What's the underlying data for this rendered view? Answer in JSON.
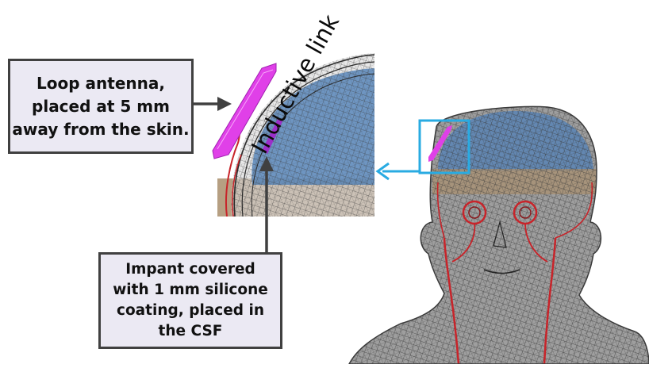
{
  "callouts": {
    "antenna": {
      "lines": [
        "Loop antenna,",
        "placed at 5 mm",
        "away from the skin."
      ]
    },
    "implant": {
      "lines": [
        "Impant covered",
        "with 1 mm silicone",
        "coating, placed in",
        "the CSF"
      ]
    }
  },
  "labels": {
    "inductive_link": "Inductive link"
  },
  "colors": {
    "callout_fill": "#ebe9f3",
    "callout_border": "#404040",
    "arrow_dark": "#404040",
    "highlight_blue": "#29abe2",
    "antenna_magenta": "#e040e8",
    "implant_purple": "#9b2fc9",
    "mesh_grey": "#3a3a3a",
    "vessel_red": "#c8242a",
    "brain_blue": "#4f7fb7",
    "tissue_tan": "#a98e6c"
  }
}
